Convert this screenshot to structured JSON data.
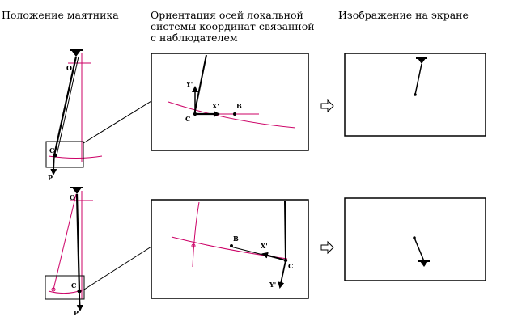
{
  "headers": {
    "pendulum_position": "Положение маятника",
    "axes_orientation": "Ориентация осей локальной системы координат связанной с наблюдателем",
    "screen_image": "Изображение на экране"
  },
  "labels": {
    "pivot": "O",
    "bob": "C",
    "weight": "P",
    "axis_x": "X'",
    "axis_y": "Y'",
    "point_b": "B"
  },
  "colors": {
    "line": "#000000",
    "construction": "#cc0066",
    "frame": "#000000"
  }
}
